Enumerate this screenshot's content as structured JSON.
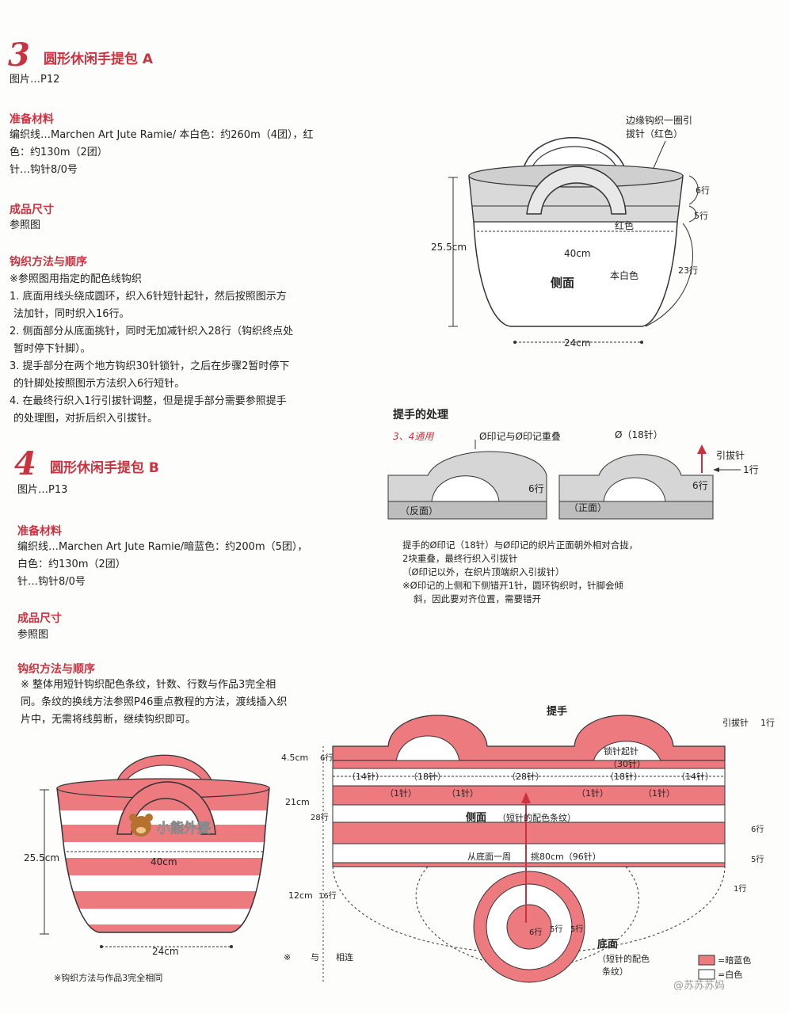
{
  "pattern3": {
    "number": "3",
    "title": "圆形休闲手提包 A",
    "picture": "图片…P12",
    "materials_heading": "准备材料",
    "materials": [
      "编织线…Marchen Art Jute Ramie/ 本白色：约260m（4团），红",
      "色：约130m（2团）",
      "针…钩针8/0号"
    ],
    "size_heading": "成品尺寸",
    "size": "参照图",
    "method_heading": "钩织方法与顺序",
    "method": [
      "※参照图用指定的配色线钩织",
      "1. 底面用线头绕成圆环，织入6针短针起针，然后按照图示方",
      "法加针，同时织入16行。",
      "2. 侧面部分从底面挑针，同时无加减针织入28行（钩织终点处",
      "暂时停下针脚）。",
      "3. 提手部分在两个地方钩织30针锁针，之后在步骤2暂时停下",
      "的针脚处按照图示方法织入6行短针。",
      "4. 在最终行织入1行引拔针调整，但是提手部分需要参照提手",
      "的处理图，对折后织入引拔针。"
    ]
  },
  "pattern4": {
    "number": "4",
    "title": "圆形休闲手提包 B",
    "picture": "图片…P13",
    "materials_heading": "准备材料",
    "materials": [
      "编织线…Marchen Art Jute Ramie/暗蓝色：约200m（5团），",
      "白色：约130m（2团）",
      "针…钩针8/0号"
    ],
    "size_heading": "成品尺寸",
    "size": "参照图",
    "method_heading": "钩织方法与顺序",
    "method": [
      "※ 整体用短针钩织配色条纹，针数、行数与作品3完全相",
      "同。条纹的换线方法参照P46重点教程的方法，渡线插入织",
      "片中，无需将线剪断，继续钩织即可。"
    ]
  },
  "bagA": {
    "edge_note": [
      "边缘钩织一圈引",
      "拔针（红色）"
    ],
    "rows_top": "6行",
    "rows_mid": "5行",
    "rows_bot": "23行",
    "height": "25.5cm",
    "width_top": "40cm",
    "width_bottom": "24cm",
    "label_red": "红色",
    "label_side": "侧面",
    "label_white": "本白色"
  },
  "handle": {
    "heading": "提手的处理",
    "applies": "3、4通用",
    "mark_note": "Ø印记与Ø印记重叠",
    "mark_count": "Ø（18针）",
    "slip_label": "引拔针",
    "slip_rows": "1行",
    "rows": "6行",
    "reverse": "（反面）",
    "front": "（正面）",
    "notes": [
      "提手的Ø印记（18针）与Ø印记的织片正面朝外相对合拢，",
      "2块重叠，最终行织入引拔针",
      "（Ø印记以外，在织片顶端织入引拔针）",
      "※Ø印记的上侧和下侧错开1针，圆环钩织时，针脚会倾",
      "斜，因此要对齐位置，需要错开"
    ]
  },
  "bagB": {
    "height": "25.5cm",
    "width_top": "40cm",
    "width_bottom": "24cm",
    "note": "※钩织方法与作品3完全相同",
    "watermark": "小熊外婆"
  },
  "chart": {
    "handle_label": "提手",
    "slip_label": "引拔针",
    "slip_rows": "1行",
    "h1": "4.5cm",
    "h1_rows": "6行",
    "h2": "21cm",
    "h2_rows": "28行",
    "h3": "12cm",
    "h3_rows": "16行",
    "chain_label": "锁针起针",
    "chain_count": "（30针）",
    "st14a": "（14针）",
    "st18a": "（18针）",
    "st28": "（28针）",
    "st18b": "（18针）",
    "st14b": "（14针）",
    "st1": "（1针）",
    "side_label": "侧面",
    "side_note": "（短针的配色条纹）",
    "pickup": "从底面一周",
    "pickup2": "挑80cm（96针）",
    "right_rows": [
      "6行",
      "5行",
      "1行"
    ],
    "base_label": "底面",
    "base_note": [
      "（短针的配色",
      "条纹）"
    ],
    "base_rows": [
      "6行",
      "5行",
      "5行"
    ],
    "connect": "与",
    "connect2": "相连",
    "legend_dark": "=暗蓝色",
    "legend_white": "=白色",
    "weibo": "@苏苏苏妈",
    "color_dark": "#ec7a7f",
    "color_white": "#ffffff"
  }
}
